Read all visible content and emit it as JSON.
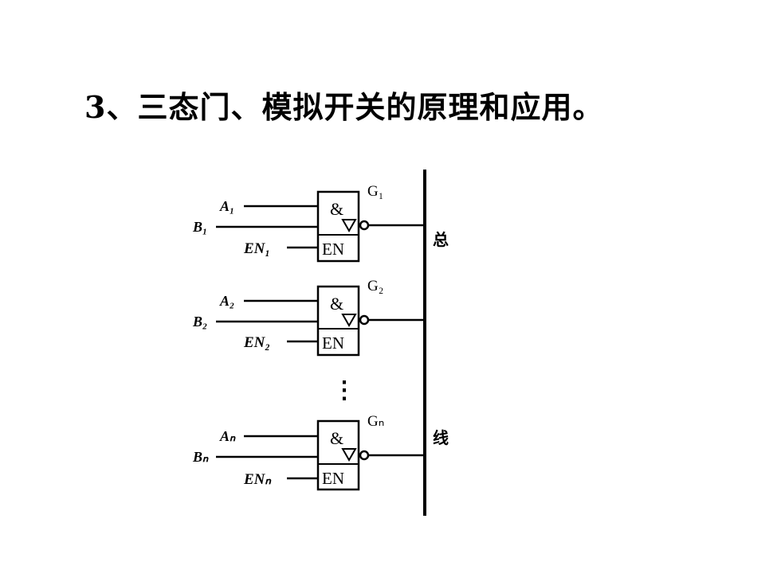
{
  "title": "3、三态门、模拟开关的原理和应用。",
  "bus_label_top": "总",
  "bus_label_bottom": "线",
  "gates": [
    {
      "name": "G₁",
      "in_a": "A₁",
      "in_b": "B₁",
      "enable": "EN₁",
      "symbol": "&",
      "en_text": "EN"
    },
    {
      "name": "G₂",
      "in_a": "A₂",
      "in_b": "B₂",
      "enable": "EN₂",
      "symbol": "&",
      "en_text": "EN"
    },
    {
      "name": "Gₙ",
      "in_a": "Aₙ",
      "in_b": "Bₙ",
      "enable": "ENₙ",
      "symbol": "&",
      "en_text": "EN"
    }
  ],
  "ellipsis": "⋮"
}
